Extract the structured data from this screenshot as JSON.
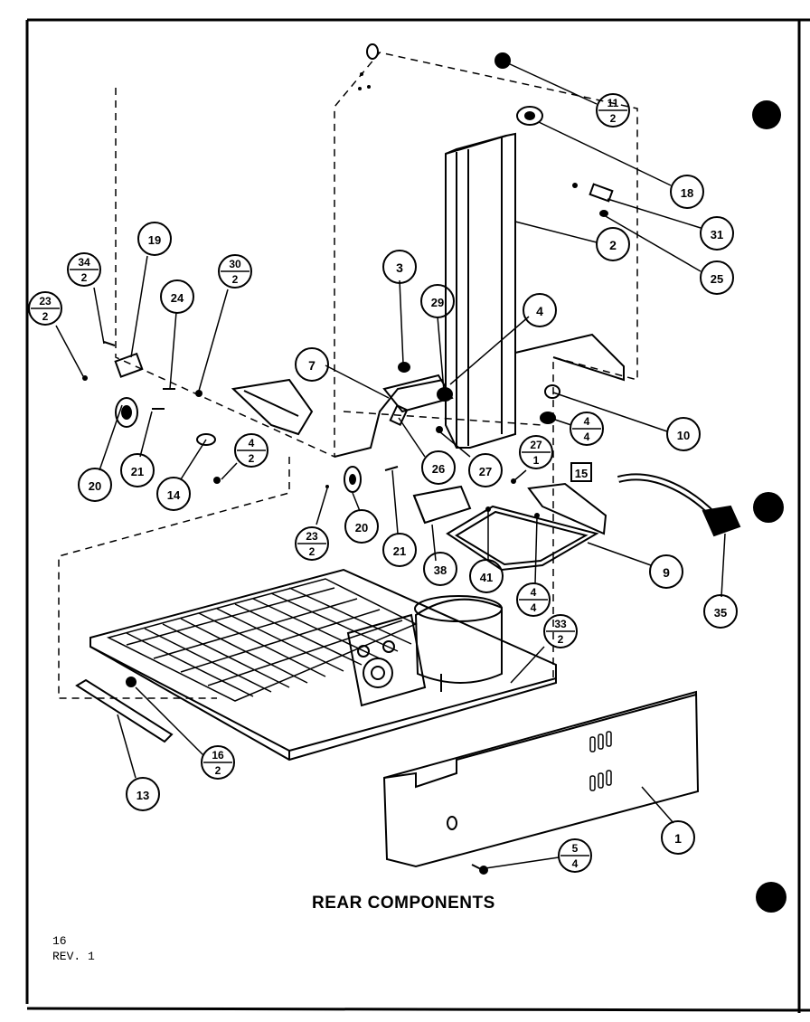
{
  "caption": "REAR COMPONENTS",
  "page": {
    "number": "16",
    "revision": "REV. 1"
  },
  "callouts": [
    {
      "id": "c1",
      "label": "1"
    },
    {
      "id": "c2",
      "label": "2"
    },
    {
      "id": "c3",
      "label": "3"
    },
    {
      "id": "c4",
      "label": "4"
    },
    {
      "id": "c7",
      "label": "7"
    },
    {
      "id": "c9",
      "label": "9"
    },
    {
      "id": "c10",
      "label": "10"
    },
    {
      "id": "c11_2",
      "label": "11",
      "sub": "2"
    },
    {
      "id": "c13",
      "label": "13"
    },
    {
      "id": "c14",
      "label": "14"
    },
    {
      "id": "c15",
      "label": "15"
    },
    {
      "id": "c16_2",
      "label": "16",
      "sub": "2"
    },
    {
      "id": "c18",
      "label": "18"
    },
    {
      "id": "c19",
      "label": "19"
    },
    {
      "id": "c20a",
      "label": "20"
    },
    {
      "id": "c20b",
      "label": "20"
    },
    {
      "id": "c21a",
      "label": "21"
    },
    {
      "id": "c21b",
      "label": "21"
    },
    {
      "id": "c23_2a",
      "label": "23",
      "sub": "2"
    },
    {
      "id": "c23_2b",
      "label": "23",
      "sub": "2"
    },
    {
      "id": "c24",
      "label": "24"
    },
    {
      "id": "c25",
      "label": "25"
    },
    {
      "id": "c26",
      "label": "26"
    },
    {
      "id": "c27",
      "label": "27"
    },
    {
      "id": "c27_1",
      "label": "27",
      "sub": "1"
    },
    {
      "id": "c29",
      "label": "29"
    },
    {
      "id": "c30_2",
      "label": "30",
      "sub": "2"
    },
    {
      "id": "c31",
      "label": "31"
    },
    {
      "id": "c33_2",
      "label": "33",
      "sub": "2"
    },
    {
      "id": "c34_2",
      "label": "34",
      "sub": "2"
    },
    {
      "id": "c35",
      "label": "35"
    },
    {
      "id": "c38",
      "label": "38"
    },
    {
      "id": "c41",
      "label": "41"
    },
    {
      "id": "c4_2",
      "label": "4",
      "sub": "2"
    },
    {
      "id": "c4_4a",
      "label": "4",
      "sub": "4"
    },
    {
      "id": "c4_4b",
      "label": "4",
      "sub": "4"
    },
    {
      "id": "c5_4",
      "label": "5",
      "sub": "4"
    }
  ]
}
